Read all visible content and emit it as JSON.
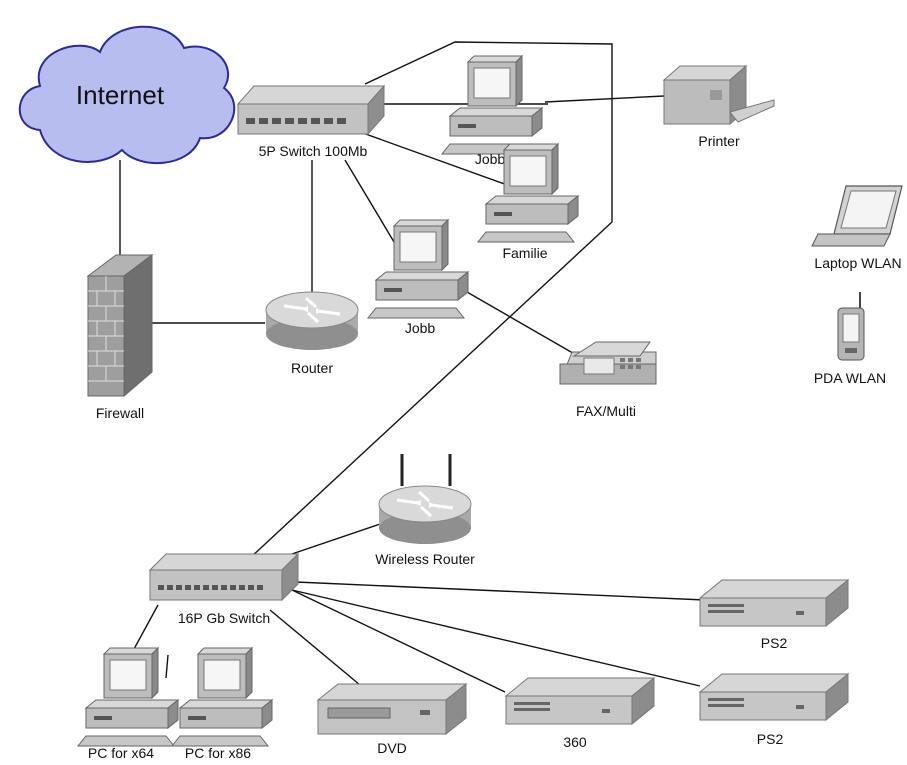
{
  "nodes": {
    "internet": "Internet",
    "switch5": "5P Switch 100Mb",
    "jobb1": "Jobb",
    "printer": "Printer",
    "familie": "Familie",
    "jobb2": "Jobb",
    "laptop": "Laptop WLAN",
    "pda": "PDA WLAN",
    "firewall": "Firewall",
    "router": "Router",
    "fax": "FAX/Multi",
    "wireless_router": "Wireless Router",
    "switch16": "16P Gb Switch",
    "ps2_top": "PS2",
    "pc_x64": "PC for x64",
    "pc_x86": "PC for x86",
    "dvd": "DVD",
    "x360": "360",
    "ps2_bottom": "PS2"
  }
}
